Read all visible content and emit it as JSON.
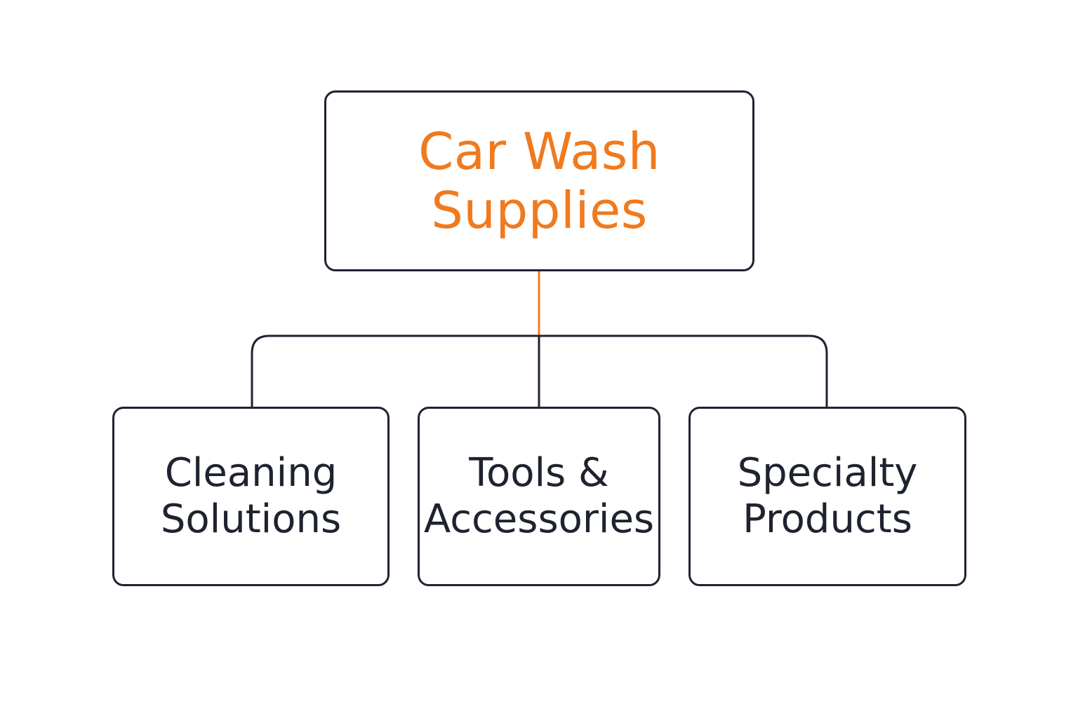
{
  "diagram": {
    "colors": {
      "root_text": "#f07a1e",
      "child_text": "#1f2330",
      "stroke": "#1f2330",
      "root_connector": "#f07a1e"
    },
    "root": {
      "label": "Car Wash\nSupplies"
    },
    "children": [
      {
        "label": "Cleaning\nSolutions"
      },
      {
        "label": "Tools &\nAccessories"
      },
      {
        "label": "Specialty\nProducts"
      }
    ]
  }
}
